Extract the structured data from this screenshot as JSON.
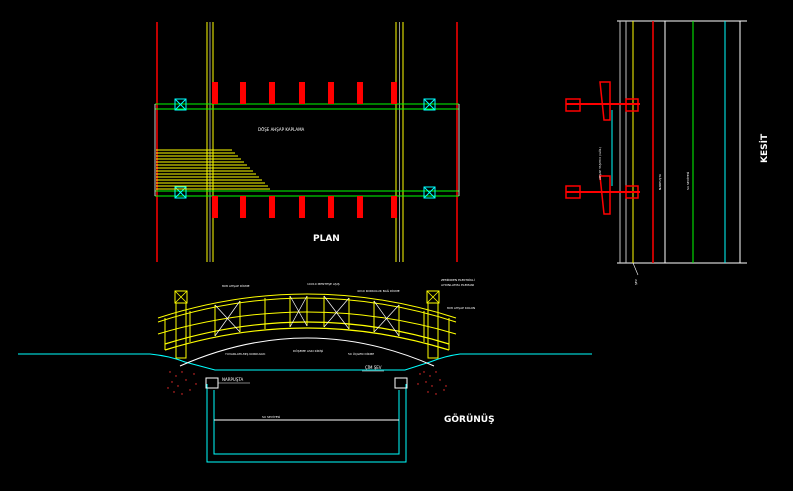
{
  "colors": {
    "background": "#000000",
    "red": "#ff0000",
    "yellow": "#ffff00",
    "green": "#00ff00",
    "cyan": "#00ffff",
    "white": "#ffffff",
    "grey": "#c0c0c0"
  },
  "labels": {
    "plan_title": "PLAN",
    "plan_deck": "DÖŞE AHŞAP KAPLAMA",
    "section_title": "KESİT",
    "section_label_1": "AHŞAP TAŞIYICI (GÖL)",
    "section_label_2": "NARPUŞTA",
    "section_label_3": "SU SEVİYESİ",
    "section_label_4": "ŞEV",
    "elev_title": "GÖRÜNÜŞ",
    "elev_narpusta": "NARPUŞTA",
    "elev_cimsev": "ÇİM ŞEV",
    "elev_water": "SU SEVİYESİ",
    "note_1": "8X8 AHŞAP DİKME",
    "note_2": "10X10 MENTEŞE AŞIŞ",
    "note_3": "4X10 KORKULUK BAĞ DİKME",
    "note_4": "ZEMİNDEN ELEKTRİKLİ",
    "note_5": "AYDINLATMA ELEMANI",
    "note_6": "8X8 AHŞAP KOLON",
    "note_7": "YUVARLATILMIŞ KORKULUK",
    "note_8": "DÖŞEME ASKI KİRİŞİ",
    "note_9": "50 ÜÇGEN DİKME"
  }
}
